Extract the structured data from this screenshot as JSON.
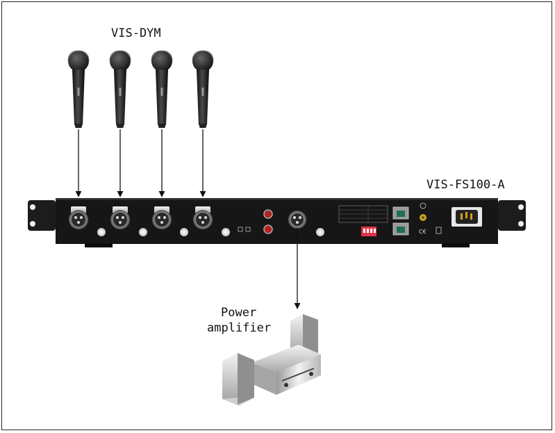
{
  "diagram": {
    "microphone_label": "VIS-DYM",
    "device_label": "VIS-FS100-A",
    "amplifier_label_line1": "Power",
    "amplifier_label_line2": "amplifier"
  },
  "colors": {
    "panel": "#1a1a1a",
    "arrow": "#111111",
    "dip_switch": "#e0344a",
    "rca_red": "#b22222"
  },
  "icons": [
    "microphone-icon",
    "xlr-input-connector",
    "xlr-output-connector",
    "rca-jack",
    "rj45-port",
    "power-inlet",
    "ground-screw",
    "power-amplifier-icon"
  ]
}
